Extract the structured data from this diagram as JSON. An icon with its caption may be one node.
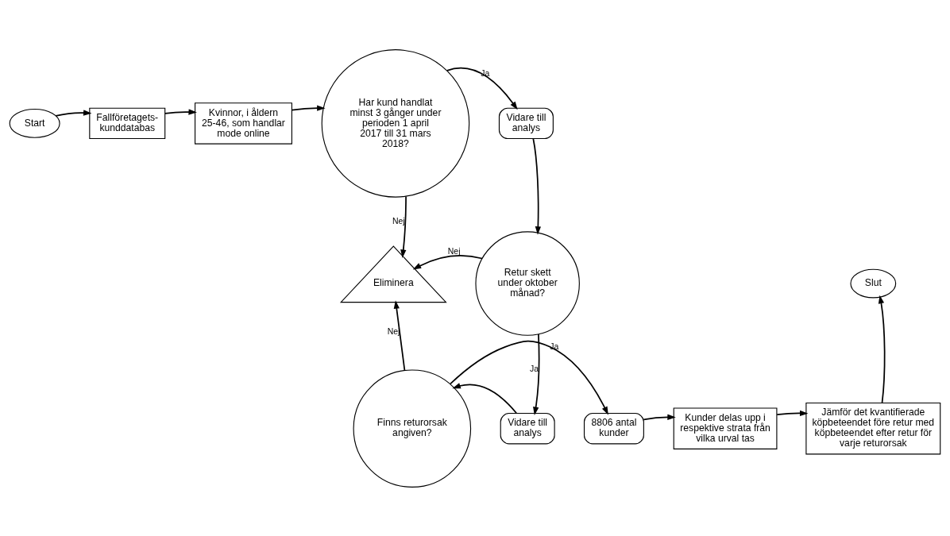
{
  "diagram": {
    "nodes": [
      {
        "text": [
          "Start"
        ]
      },
      {
        "text": [
          "Fallföretagets-kunddatabas"
        ]
      },
      {
        "text": [
          "Kvinnor, i åldern 25-46, som handlar mode online"
        ]
      },
      {
        "text": [
          "Har kund handlat minst 3 gånger under perioden 1 april 2017 till 31 mars 2018?"
        ]
      },
      {
        "text": [
          "Vidare till analys"
        ]
      },
      {
        "text": [
          "Eliminera"
        ]
      },
      {
        "text": [
          "Retur skett under oktober månad?"
        ]
      },
      {
        "text": [
          "Slut"
        ]
      },
      {
        "text": [
          "Jämför det kvantifierade köpbeteendet före retur med köpbeteendet efter retur för varje returorsak"
        ]
      },
      {
        "text": [
          "Kunder delas upp i respektive strata från vilka urval tas"
        ]
      },
      {
        "text": [
          "8806 antal kunder"
        ]
      },
      {
        "text": [
          "Finns returorsak angiven?"
        ]
      },
      {
        "text": [
          "Vidare till analys"
        ]
      }
    ],
    "edges": [
      {
        "from": 0,
        "to": 1,
        "arrow": "to"
      },
      {
        "from": 1,
        "to": 2,
        "arrow": "to"
      },
      {
        "from": 2,
        "to": 3,
        "arrow": "to"
      },
      {
        "from": 3,
        "to": 4,
        "arrow": "to",
        "label": "Ja"
      },
      {
        "from": 3,
        "to": 5,
        "arrow": "to",
        "label": "Nej"
      },
      {
        "from": 4,
        "to": 6,
        "arrow": "to"
      },
      {
        "from": 6,
        "to": 5,
        "arrow": "to",
        "label": "Nej"
      },
      {
        "from": 6,
        "to": 12,
        "arrow": "to",
        "label": "Ja"
      },
      {
        "from": 12,
        "to": 11,
        "arrow": "to"
      },
      {
        "from": 11,
        "to": 5,
        "arrow": "to",
        "label": "Nej"
      },
      {
        "from": 11,
        "to": 10,
        "arrow": "to",
        "label": "Ja"
      },
      {
        "from": 10,
        "to": 9,
        "arrow": "to"
      },
      {
        "from": 9,
        "to": 8,
        "arrow": "to"
      },
      {
        "from": 8,
        "to": 7,
        "arrow": "to"
      }
    ]
  }
}
